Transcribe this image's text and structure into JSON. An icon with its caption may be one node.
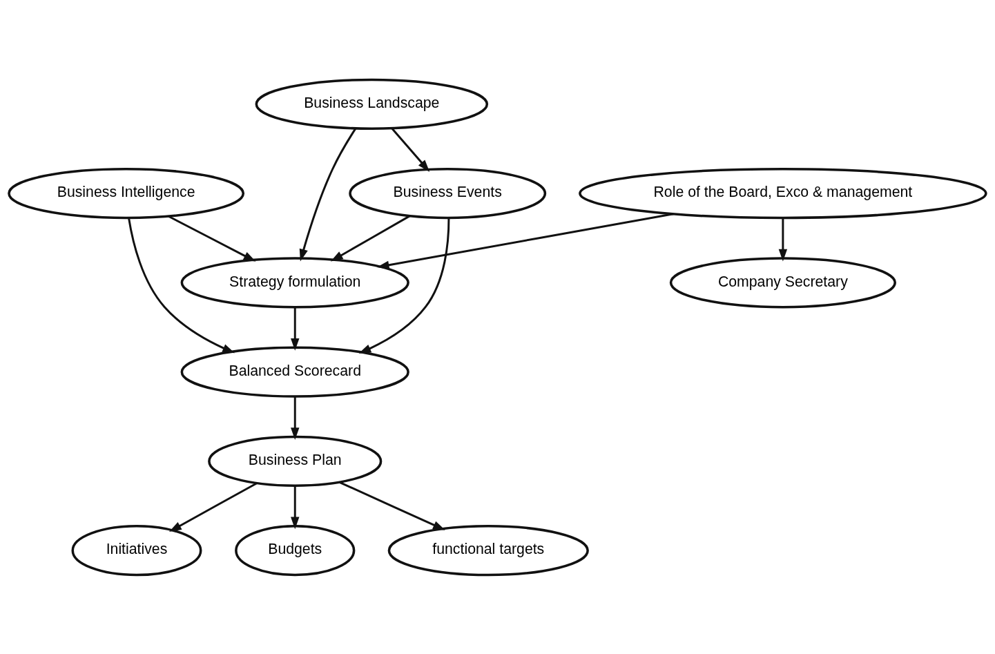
{
  "diagram": {
    "nodes": [
      {
        "text": [
          "Business Landscape"
        ]
      },
      {
        "text": [
          "Strategy formulation"
        ]
      },
      {
        "text": [
          "Role of the Board, Exco & management"
        ]
      },
      {
        "text": [
          "Company Secretary"
        ]
      },
      {
        "text": [
          "Business Events"
        ]
      },
      {
        "text": [
          "Balanced Scorecard"
        ]
      },
      {
        "text": [
          "Business Intelligence"
        ]
      },
      {
        "text": [
          "Business Plan"
        ]
      },
      {
        "text": [
          "Initiatives"
        ]
      },
      {
        "text": [
          "Budgets"
        ]
      },
      {
        "text": [
          "functional targets"
        ]
      }
    ],
    "edges": [
      {
        "from": 0,
        "to": 1,
        "arrow": "to"
      },
      {
        "from": 2,
        "to": 1,
        "arrow": "to"
      },
      {
        "from": 2,
        "to": 3,
        "arrow": "to"
      },
      {
        "from": 0,
        "to": 4,
        "arrow": "to"
      },
      {
        "from": 4,
        "to": 1,
        "arrow": "to"
      },
      {
        "from": 4,
        "to": 5,
        "arrow": "to"
      },
      {
        "from": 1,
        "to": 5,
        "arrow": "to"
      },
      {
        "from": 6,
        "to": 1,
        "arrow": "to"
      },
      {
        "from": 6,
        "to": 5,
        "arrow": "to"
      },
      {
        "from": 5,
        "to": 7,
        "arrow": "to"
      },
      {
        "from": 7,
        "to": 8,
        "arrow": "to"
      },
      {
        "from": 7,
        "to": 9,
        "arrow": "to"
      },
      {
        "from": 7,
        "to": 10,
        "arrow": "to"
      }
    ]
  }
}
